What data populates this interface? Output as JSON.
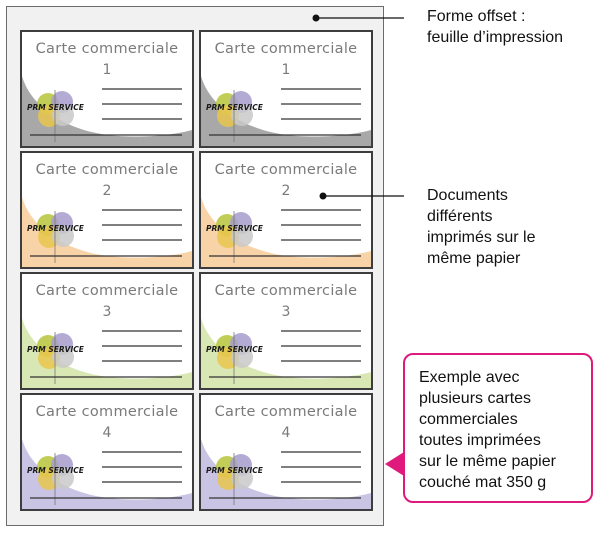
{
  "annotations": {
    "offset_form": [
      "Forme offset :",
      "feuille d’impression"
    ],
    "documents": [
      "Documents",
      "différents",
      "imprimés sur le",
      "même papier"
    ],
    "example": [
      "Exemple avec",
      "plusieurs cartes",
      "commerciales",
      "toutes imprimées",
      "sur le même papier",
      "couché mat 350 g"
    ]
  },
  "cards": [
    {
      "title": "Carte commerciale",
      "number": "1",
      "logo": "PRM SERVICE",
      "accent": "#a8a8a8"
    },
    {
      "title": "Carte commerciale",
      "number": "1",
      "logo": "PRM SERVICE",
      "accent": "#a8a8a8"
    },
    {
      "title": "Carte commerciale",
      "number": "2",
      "logo": "PRM SERVICE",
      "accent": "#f9d3a8"
    },
    {
      "title": "Carte commerciale",
      "number": "2",
      "logo": "PRM SERVICE",
      "accent": "#f9d3a8"
    },
    {
      "title": "Carte commerciale",
      "number": "3",
      "logo": "PRM SERVICE",
      "accent": "#d9e7b4"
    },
    {
      "title": "Carte commerciale",
      "number": "3",
      "logo": "PRM SERVICE",
      "accent": "#d9e7b4"
    },
    {
      "title": "Carte commerciale",
      "number": "4",
      "logo": "PRM SERVICE",
      "accent": "#c9c4e3"
    },
    {
      "title": "Carte commerciale",
      "number": "4",
      "logo": "PRM SERVICE",
      "accent": "#c9c4e3"
    }
  ],
  "colors": {
    "callout_border": "#e0197d",
    "sheet": "#f1f1f1",
    "card_border": "#3d3d3d"
  }
}
